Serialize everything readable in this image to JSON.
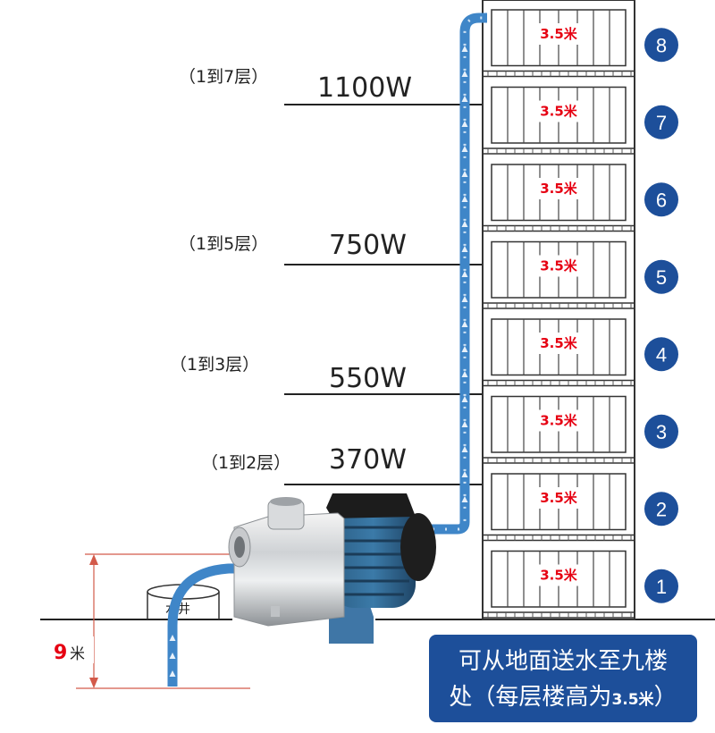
{
  "power_levels": [
    {
      "watt": "1100W",
      "range": "（1到7层）"
    },
    {
      "watt": "750W",
      "range": "（1到5层）"
    },
    {
      "watt": "550W",
      "range": "（1到3层）"
    },
    {
      "watt": "370W",
      "range": "（1到2层）"
    }
  ],
  "floors": [
    {
      "number": "8",
      "height": "3.5米"
    },
    {
      "number": "7",
      "height": "3.5米"
    },
    {
      "number": "6",
      "height": "3.5米"
    },
    {
      "number": "5",
      "height": "3.5米"
    },
    {
      "number": "4",
      "height": "3.5米"
    },
    {
      "number": "3",
      "height": "3.5米"
    },
    {
      "number": "2",
      "height": "3.5米"
    },
    {
      "number": "1",
      "height": "3.5米"
    }
  ],
  "well": {
    "label": "水井",
    "depth_value": "9",
    "depth_unit": "米"
  },
  "caption": {
    "line1": "可从地面送水至九楼",
    "line2_main": "处（每层楼高为",
    "line2_value": "3.5米",
    "line2_end": "）"
  },
  "colors": {
    "badge": "#1d4f9a",
    "pipe": "#3f86c8",
    "height_text": "#e60012",
    "depth_marker": "#c0392b"
  }
}
